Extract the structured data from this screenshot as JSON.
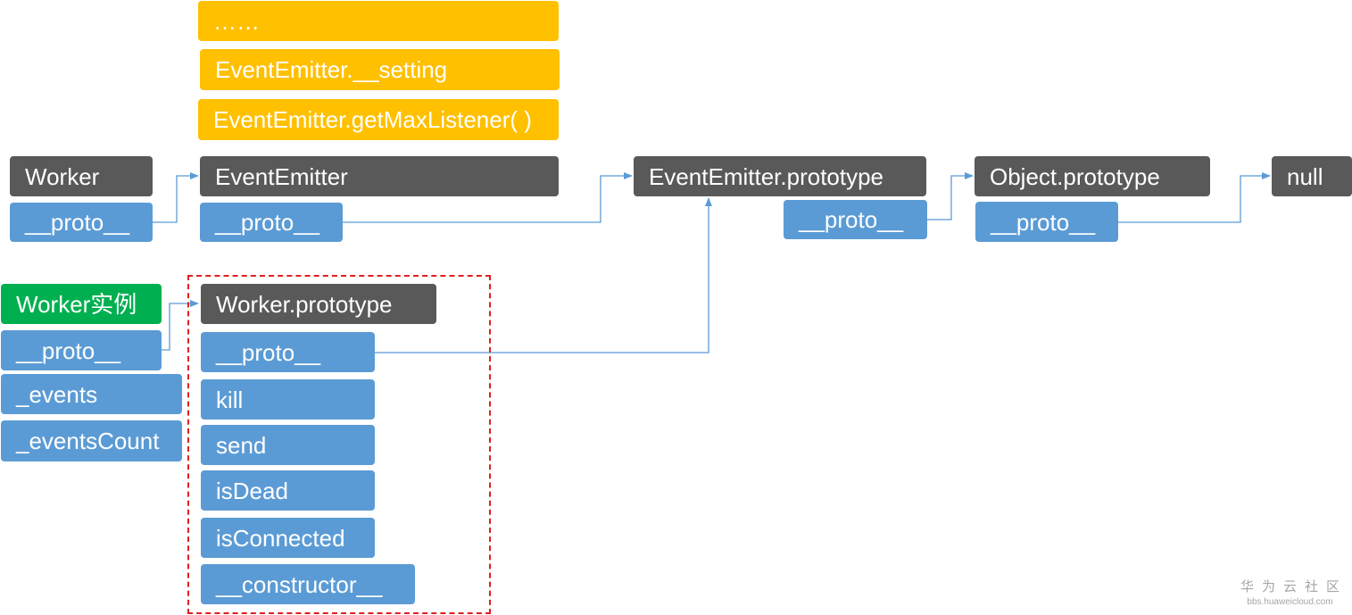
{
  "emitter_statics": {
    "ellipsis": "……",
    "setting": "EventEmitter.__setting",
    "get_max_listener": "EventEmitter.getMaxListener( )"
  },
  "worker": {
    "title": "Worker",
    "proto": "__proto__"
  },
  "event_emitter": {
    "title": "EventEmitter",
    "proto": "__proto__"
  },
  "event_emitter_prototype": {
    "title": "EventEmitter.prototype",
    "proto": "__proto__"
  },
  "object_prototype": {
    "title": "Object.prototype",
    "proto": "__proto__"
  },
  "null_node": {
    "title": "null"
  },
  "worker_instance": {
    "title": "Worker实例",
    "proto": "__proto__",
    "events": "_events",
    "events_count": "_eventsCount"
  },
  "worker_prototype": {
    "title": "Worker.prototype",
    "proto": "__proto__",
    "kill": "kill",
    "send": "send",
    "is_dead": "isDead",
    "is_connected": "isConnected",
    "constructor": "__constructor__"
  },
  "watermark": {
    "title": "华为云社区",
    "url": "bbs.huaweicloud.com"
  },
  "colors": {
    "dark": "#595959",
    "blue": "#5b9bd5",
    "yellow": "#ffc000",
    "green": "#00b050",
    "dashed_border": "#e02020"
  }
}
